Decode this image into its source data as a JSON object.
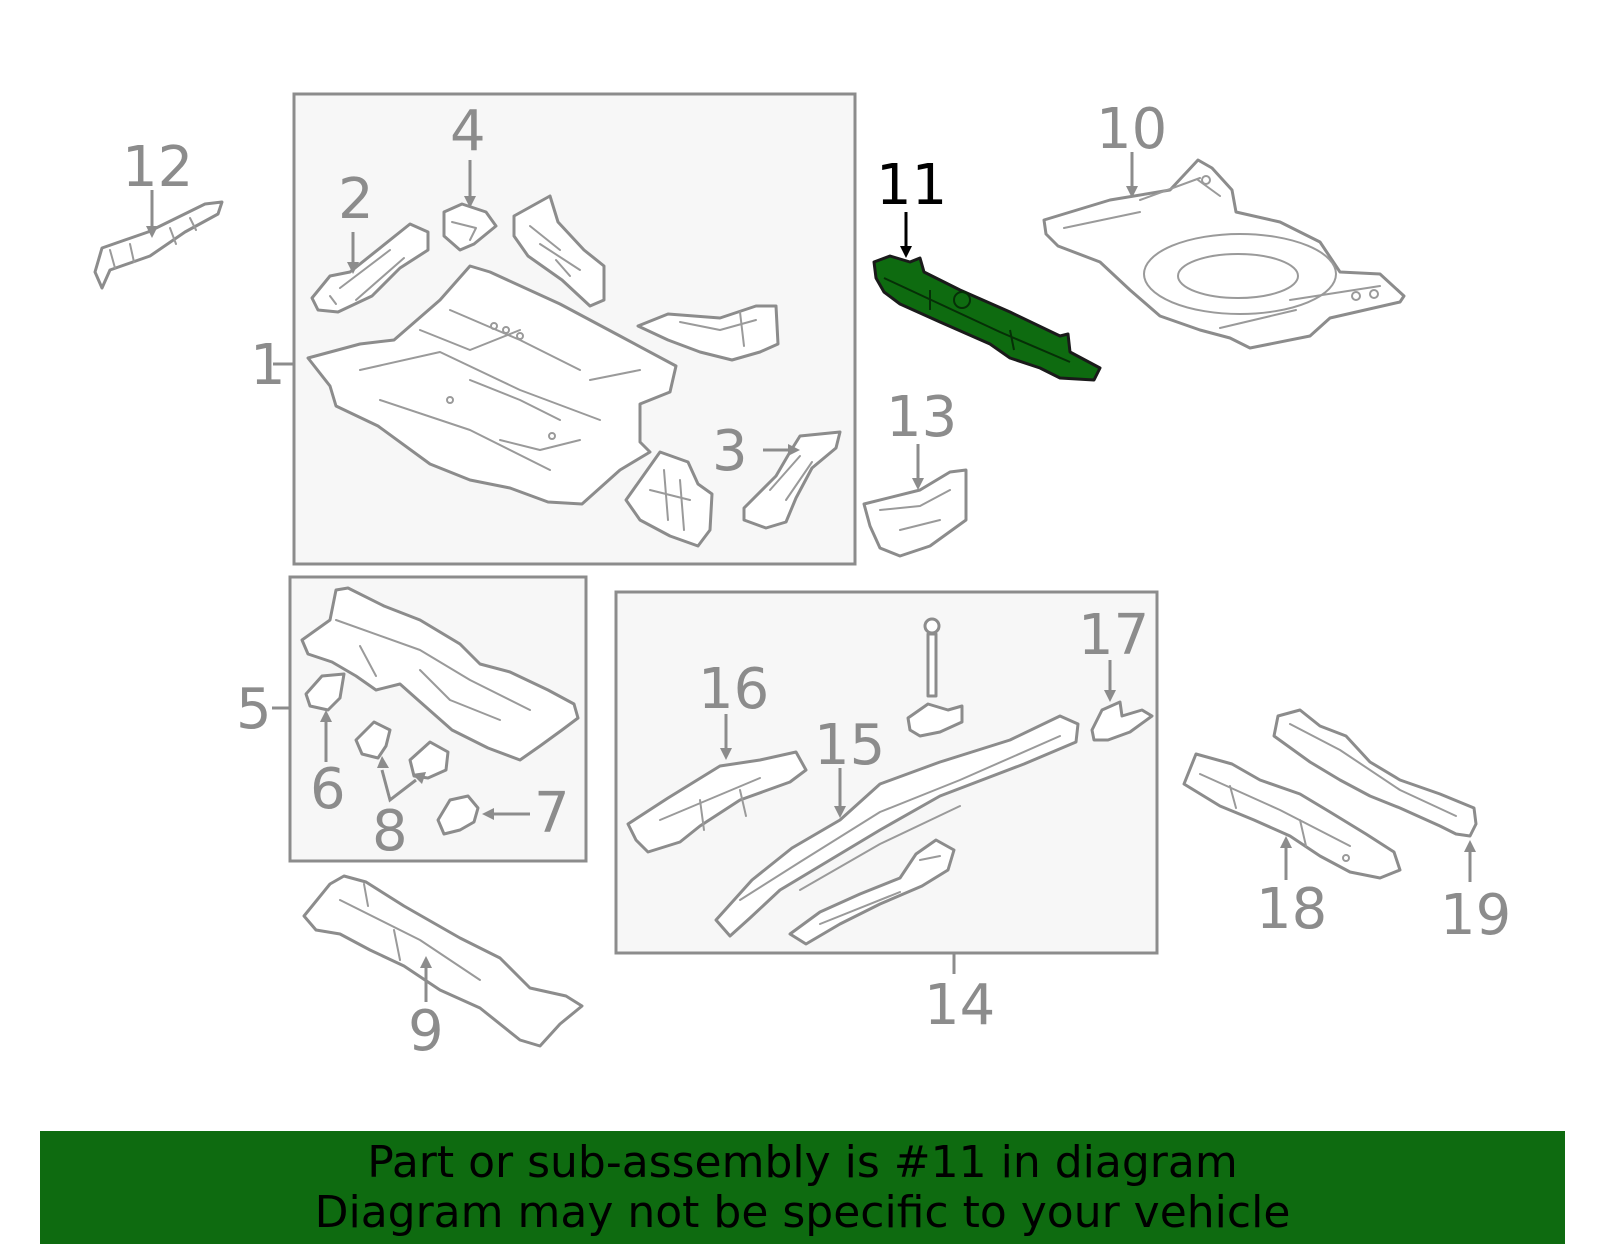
{
  "highlight_color": "#0e6b10",
  "callouts": {
    "c1": "1",
    "c2": "2",
    "c3": "3",
    "c4": "4",
    "c5": "5",
    "c6": "6",
    "c7": "7",
    "c8": "8",
    "c9": "9",
    "c10": "10",
    "c11": "11",
    "c12": "12",
    "c13": "13",
    "c14": "14",
    "c15": "15",
    "c16": "16",
    "c17": "17",
    "c18": "18",
    "c19": "19"
  },
  "highlighted_callout": "11",
  "banner": {
    "line1": "Part or sub-assembly is #11 in diagram",
    "line2": "Diagram may not be specific to your vehicle"
  }
}
